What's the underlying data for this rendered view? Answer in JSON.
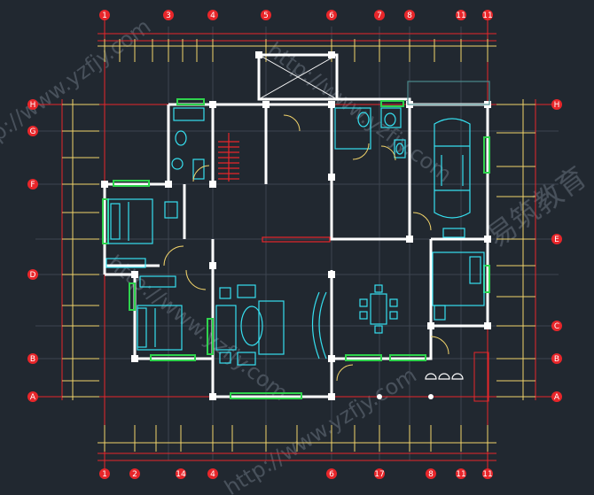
{
  "drawing": {
    "column_axes_top": [
      "1",
      "3",
      "4",
      "5",
      "6",
      "7",
      "8",
      "11",
      "11"
    ],
    "column_axes_bottom": [
      "1",
      "2",
      "14",
      "4",
      "6",
      "17",
      "8",
      "11",
      "11"
    ],
    "row_axes_left": [
      "H",
      "G",
      "F",
      "D",
      "B",
      "A"
    ],
    "row_axes_right": [
      "H",
      "E",
      "C",
      "B",
      "A"
    ],
    "watermark_url": "http://www.yzfjy.com",
    "watermark_brand": "易筑教育"
  },
  "colors": {
    "background": "#212830",
    "wall": "#ffffff",
    "axis_red": "#e8262a",
    "dimension_yellow": "#f1d36a",
    "furniture_cyan": "#36e0f0",
    "window_green": "#2fd34d",
    "watermark": "#6b7380"
  }
}
